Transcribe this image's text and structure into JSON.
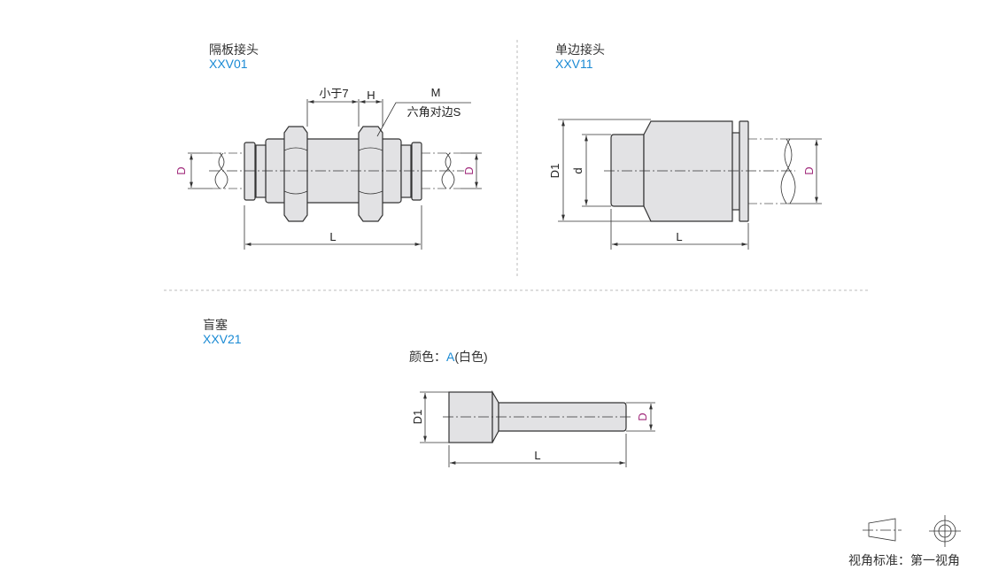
{
  "sections": [
    {
      "title": "隔板接头",
      "code": "XXV01",
      "dims": {
        "D_left": "D",
        "D_right": "D",
        "L": "L",
        "gap": "小于7",
        "H": "H",
        "M": "M",
        "hex": "六角对边S"
      }
    },
    {
      "title": "单边接头",
      "code": "XXV11",
      "dims": {
        "D1": "D1",
        "d": "d",
        "D": "D",
        "L": "L"
      }
    },
    {
      "title": "盲塞",
      "code": "XXV21",
      "color_label": "颜色：",
      "color_code": "A",
      "color_name": "(白色)",
      "dims": {
        "D1": "D1",
        "D": "D",
        "L": "L"
      }
    }
  ],
  "projection": {
    "label": "视角标准：第一视角"
  },
  "colors": {
    "code": "#1a8ad4",
    "diameter_label": "#a0287a",
    "part_fill": "#e2e2e4"
  }
}
